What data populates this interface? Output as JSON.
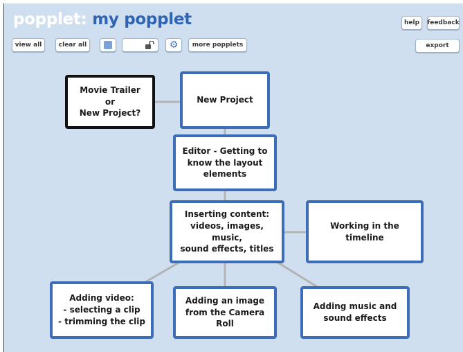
{
  "header": {
    "brand": "popplet:",
    "popplet_name": "my popplet"
  },
  "toolbar": {
    "view_all": "view all",
    "clear_all": "clear all",
    "more_popplets": "more popplets",
    "color_swatch": "#7aa2d8",
    "lock_icon": "unlock-icon",
    "settings_icon": "gear-icon"
  },
  "top_right": {
    "help": "help",
    "feedback": "feedback",
    "export": "export"
  },
  "colors": {
    "canvas_bg": "#cfdff0",
    "card_border": "#3d6db6",
    "selected_border": "#111111",
    "connector": "#b3b3b3",
    "title_accent": "#2f64b4"
  },
  "popples": [
    {
      "id": "movie-trailer",
      "text": "Movie Trailer\nor\nNew Project?"
    },
    {
      "id": "new-project",
      "text": "New Project"
    },
    {
      "id": "editor",
      "text": "Editor - Getting to\nknow the layout\nelements"
    },
    {
      "id": "inserting-content",
      "text": "Inserting content:\nvideos, images, music,\nsound effects, titles"
    },
    {
      "id": "timeline",
      "text": "Working in the timeline"
    },
    {
      "id": "adding-video",
      "text": "Adding video:\n- selecting a clip\n- trimming the clip"
    },
    {
      "id": "adding-image",
      "text": "Adding an image\nfrom the Camera Roll"
    },
    {
      "id": "adding-music",
      "text": "Adding music and\nsound effects"
    }
  ]
}
